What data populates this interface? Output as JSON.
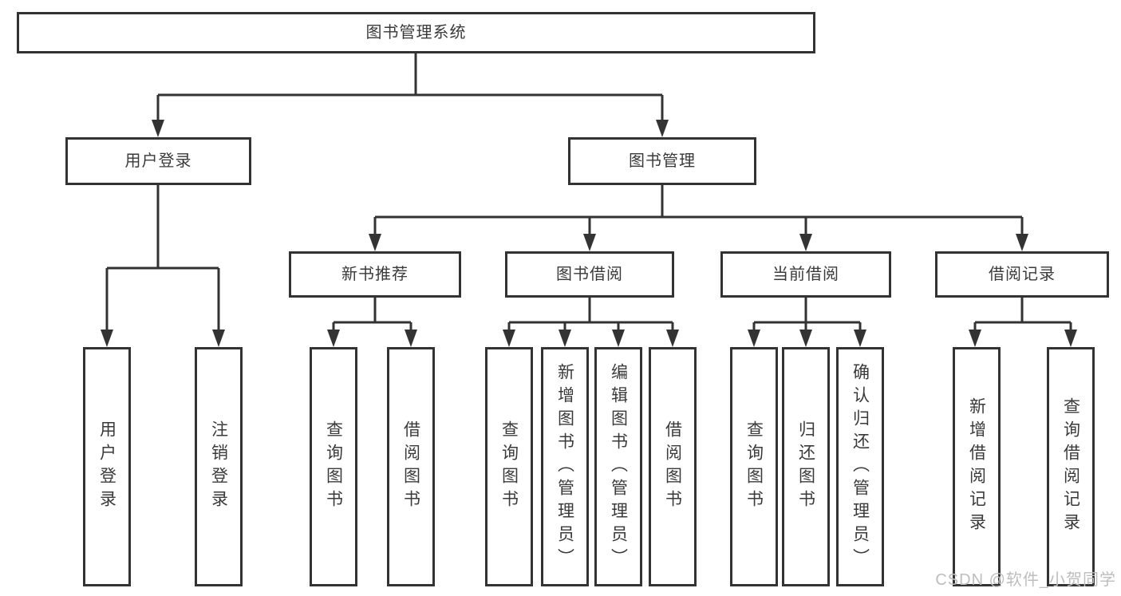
{
  "diagram": {
    "root": {
      "label": "图书管理系统"
    },
    "level2": {
      "user_login": {
        "label": "用户登录"
      },
      "book_management": {
        "label": "图书管理"
      }
    },
    "level3": {
      "new_book_recommend": {
        "label": "新书推荐"
      },
      "book_borrow": {
        "label": "图书借阅"
      },
      "current_borrow": {
        "label": "当前借阅"
      },
      "borrow_record": {
        "label": "借阅记录"
      }
    },
    "leaves": {
      "user_login_leaf": {
        "label": "用户登录"
      },
      "logout": {
        "label": "注销登录"
      },
      "recommend_query_book": {
        "label": "查询图书"
      },
      "recommend_borrow_book": {
        "label": "借阅图书"
      },
      "borrow_query_book": {
        "label": "查询图书"
      },
      "borrow_add_book": {
        "label": "新增图书（管理员）"
      },
      "borrow_edit_book": {
        "label": "编辑图书（管理员）"
      },
      "borrow_borrow_book": {
        "label": "借阅图书"
      },
      "current_query_book": {
        "label": "查询图书"
      },
      "current_return_book": {
        "label": "归还图书"
      },
      "current_confirm_return": {
        "label": "确认归还（管理员）"
      },
      "record_add": {
        "label": "新增借阅记录"
      },
      "record_query": {
        "label": "查询借阅记录"
      }
    }
  },
  "watermark": {
    "text": "CSDN @软件_小贺同学"
  },
  "colors": {
    "line": "#333333",
    "box_border": "#333333",
    "text": "#3a3a3a",
    "background": "#ffffff",
    "watermark": "#bdbdbd"
  }
}
